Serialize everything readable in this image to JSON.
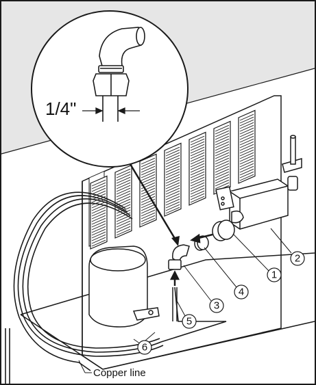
{
  "detail": {
    "dimension_label": "1/4\""
  },
  "callouts": [
    "1",
    "2",
    "3",
    "4",
    "5",
    "6"
  ],
  "labels": {
    "copper_line": "Copper line"
  },
  "colors": {
    "line": "#1a1a1a",
    "shade": "#e6e6e6",
    "background": "#ffffff"
  }
}
